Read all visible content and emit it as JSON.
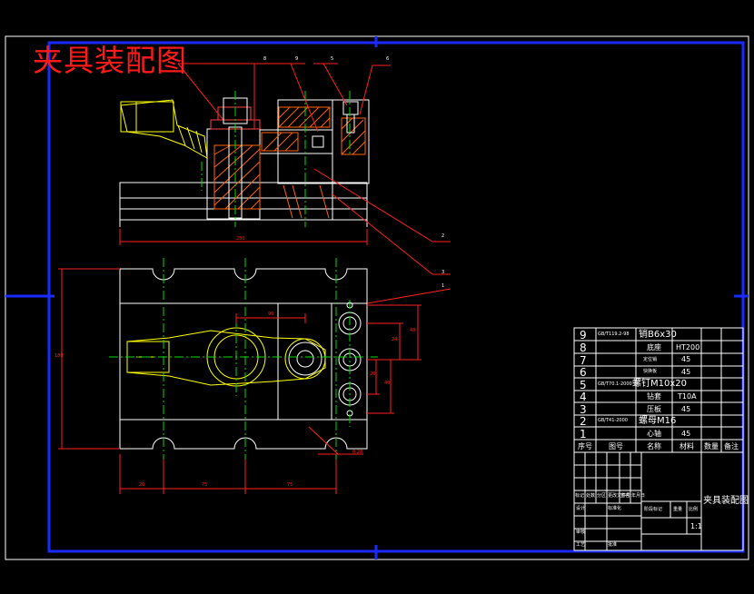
{
  "drawing_title": "夹具装配图",
  "balloons": [
    "8",
    "9",
    "5",
    "6",
    "2",
    "3",
    "1"
  ],
  "dimensions": {
    "top_width": "250",
    "plan_height": "180",
    "bottom_left": "20",
    "bottom_mid": "75",
    "bottom_right": "75",
    "center_dist": "90",
    "right_vert_1": "24",
    "right_vert_2": "48",
    "hole_pitch_1": "20",
    "hole_pitch_2": "40",
    "detail": "0.28"
  },
  "bom": {
    "rows": [
      {
        "no": "9",
        "std": "GB/T119.2-98",
        "name": "销B6x30",
        "material": "",
        "qty": ""
      },
      {
        "no": "8",
        "std": "",
        "name": "底座",
        "material": "HT200",
        "qty": ""
      },
      {
        "no": "7",
        "std": "",
        "name": "定位销",
        "material": "45",
        "qty": ""
      },
      {
        "no": "6",
        "std": "",
        "name": "快换板",
        "material": "45",
        "qty": ""
      },
      {
        "no": "5",
        "std": "GB/T70.1-2000",
        "name": "螺钉M10x20",
        "material": "",
        "qty": ""
      },
      {
        "no": "4",
        "std": "",
        "name": "钻套",
        "material": "T10A",
        "qty": ""
      },
      {
        "no": "3",
        "std": "",
        "name": "压板",
        "material": "45",
        "qty": ""
      },
      {
        "no": "2",
        "std": "GB/T41-2000",
        "name": "螺母M16",
        "material": "",
        "qty": ""
      },
      {
        "no": "1",
        "std": "",
        "name": "心轴",
        "material": "45",
        "qty": ""
      }
    ],
    "header": {
      "no": "序号",
      "std": "图号",
      "name": "名称",
      "material": "材料",
      "qty": "数量",
      "note": "备注"
    }
  },
  "title_block": {
    "drawing_name": "夹具装配图",
    "scale": "1:1",
    "stage_mark": "阶段标记",
    "weight": "重量",
    "ratio": "比例",
    "row_labels": [
      "标记",
      "处数",
      "分区",
      "更改文件号",
      "签名",
      "年月日"
    ],
    "design": "设计",
    "standardize": "标准化",
    "review": "审核",
    "process": "工艺",
    "approve": "批准"
  }
}
